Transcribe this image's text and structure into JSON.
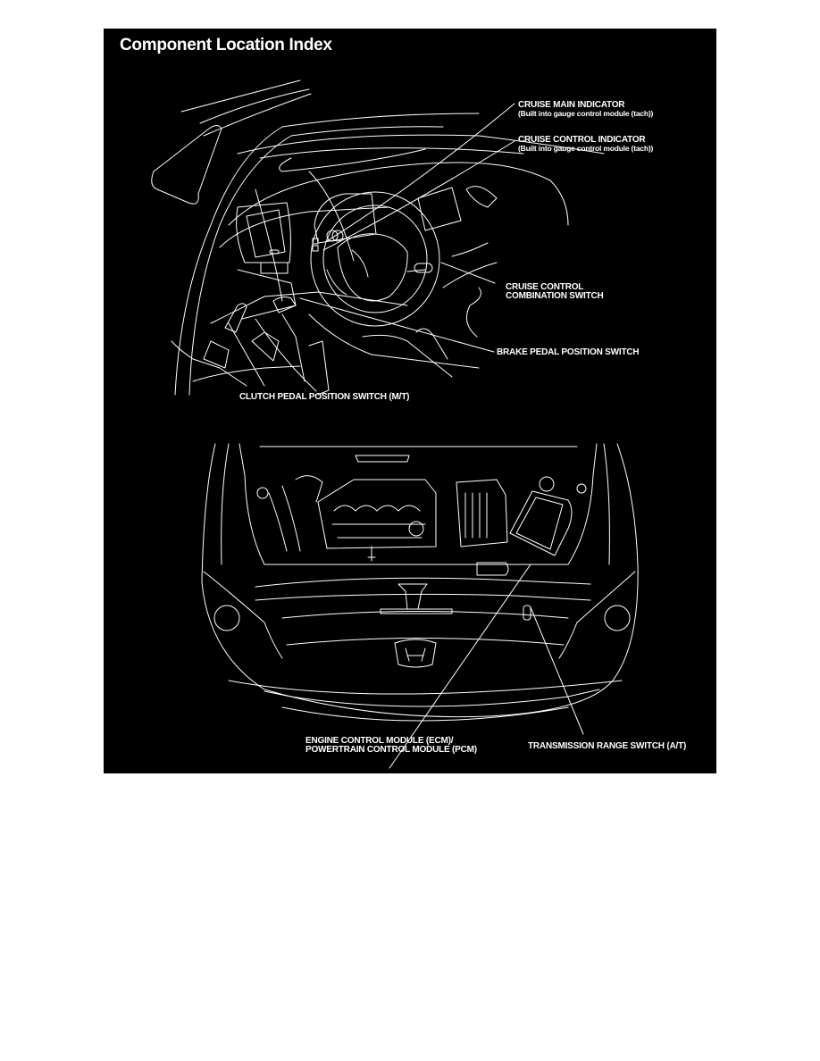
{
  "document": {
    "title": "Component Location Index",
    "background_color": "#000000",
    "text_color": "#ffffff",
    "page_color": "#ffffff"
  },
  "interior_view": {
    "illustration": "dashboard-and-pedals-line-art",
    "labels": [
      {
        "id": "cruise_main_indicator",
        "line1": "CRUISE MAIN INDICATOR",
        "line2": "(Built into gauge control module (tach))"
      },
      {
        "id": "cruise_control_indicator",
        "line1": "CRUISE CONTROL INDICATOR",
        "line2": "(Built into gauge control module (tach))"
      },
      {
        "id": "cruise_control_combination_switch",
        "line1": "CRUISE CONTROL",
        "line2": "COMBINATION SWITCH"
      },
      {
        "id": "brake_pedal_position_switch",
        "line1": "BRAKE PEDAL POSITION SWITCH"
      },
      {
        "id": "clutch_pedal_position_switch",
        "line1": "CLUTCH PEDAL POSITION SWITCH (M/T)"
      }
    ]
  },
  "engine_view": {
    "illustration": "engine-bay-front-line-art",
    "labels": [
      {
        "id": "transmission_range_switch",
        "line1": "TRANSMISSION RANGE SWITCH (A/T)"
      },
      {
        "id": "ecm_pcm",
        "line1": "ENGINE CONTROL MODULE (ECM)/",
        "line2": "POWERTRAIN CONTROL MODULE (PCM)"
      }
    ]
  }
}
